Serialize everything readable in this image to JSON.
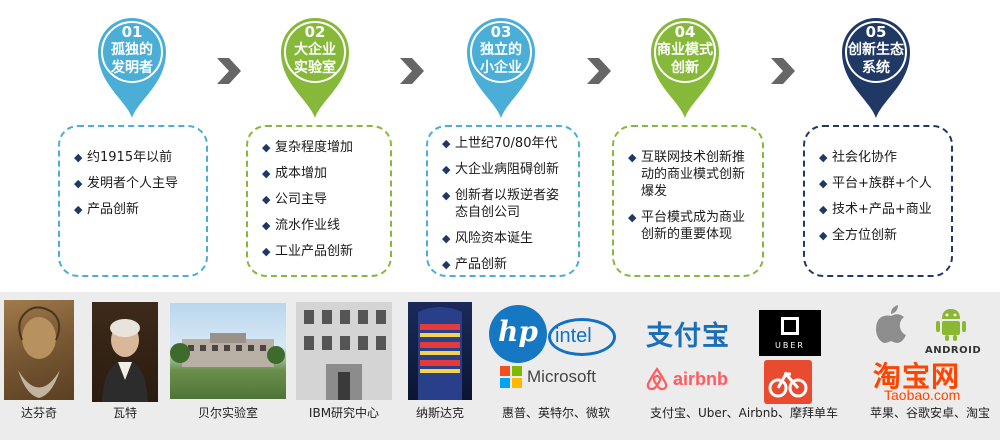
{
  "stages": [
    {
      "num": "01",
      "label": [
        "孤独的",
        "发明者"
      ],
      "color": "#4aaed6",
      "bullets": [
        "约1915年以前",
        "发明者个人主导",
        "产品创新"
      ]
    },
    {
      "num": "02",
      "label": [
        "大企业",
        "实验室"
      ],
      "color": "#86b83a",
      "bullets": [
        "复杂程度增加",
        "成本增加",
        "公司主导",
        "流水作业线",
        "工业产品创新"
      ]
    },
    {
      "num": "03",
      "label": [
        "独立的",
        "小企业"
      ],
      "color": "#4aaed6",
      "bullets": [
        "上世纪70/80年代",
        "大企业病阻碍创新",
        "创新者以叛逆者姿态自创公司",
        "风险资本诞生",
        "产品创新"
      ]
    },
    {
      "num": "04",
      "label": [
        "商业模式",
        "创新"
      ],
      "color": "#86b83a",
      "bullets": [
        "互联网技术创新推动的商业模式创新爆发",
        "平台模式成为商业创新的重要体现"
      ]
    },
    {
      "num": "05",
      "label": [
        "创新生态",
        "系统"
      ],
      "color": "#1f3864",
      "bullets": [
        "社会化协作",
        "平台+族群+个人",
        "技术+产品+商业",
        "全方位创新"
      ]
    }
  ],
  "bullet_symbol": "◆",
  "captions": [
    "达芬奇",
    "瓦特",
    "贝尔实验室",
    "IBM研究中心",
    "纳斯达克",
    "惠普、英特尔、微软",
    "支付宝、Uber、Airbnb、摩拜单车",
    "苹果、谷歌安卓、淘宝"
  ],
  "logos": {
    "hp": "hp",
    "intel": "intel",
    "microsoft": "Microsoft",
    "alipay": "支付宝",
    "uber": "UBER",
    "airbnb": "airbnb",
    "android": "ANDROID",
    "taobao_cn": "淘宝网",
    "taobao_en": "Taobao.com"
  },
  "colors": {
    "blue": "#4aaed6",
    "green": "#86b83a",
    "navy": "#1f3864",
    "arrow": "#666666"
  }
}
